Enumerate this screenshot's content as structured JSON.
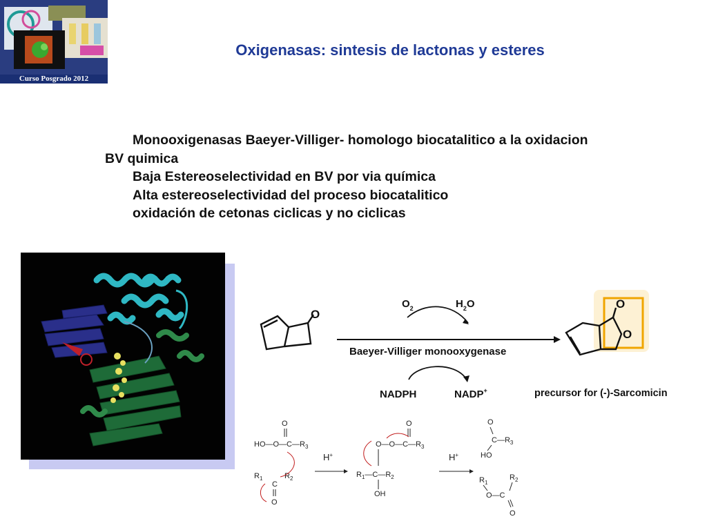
{
  "logo": {
    "text": "Curso Posgrado 2012"
  },
  "title": "Oxigenasas: sintesis de lactonas y esteres",
  "bullets": [
    {
      "mark": "",
      "text": "Monooxigenasas Baeyer-Villiger- homologo biocatalitico a la oxidacion BV quimica"
    },
    {
      "mark": "",
      "text": "Baja Estereoselectividad en BV por via química"
    },
    {
      "mark": "",
      "text": "Alta estereoselectividad del proceso biocatalitico"
    },
    {
      "mark": "",
      "text": "oxidación de cetonas ciclicas y no ciclicas"
    }
  ],
  "scheme": {
    "o2": "O",
    "o2_sub": "2",
    "h2o_h": "H",
    "h2o_sub": "2",
    "h2o_o": "O",
    "enzyme": "Baeyer-Villiger monooxygenase",
    "nadph": "NADPH",
    "nadp": "NADP",
    "nadp_sup": "+",
    "ketone_o": "O",
    "lactone_o_top": "O",
    "lactone_o_ring": "O",
    "precursor": "precursor for (-)-Sarcomicin",
    "highlight_color": "#f0a500"
  },
  "mechanism": {
    "hooc": "HO—O—C—R",
    "peracid_o": "O",
    "r3": "3",
    "r1": "R",
    "r1_sub": "1",
    "r2": "R",
    "r2_sub": "2",
    "c": "C",
    "o": "O",
    "h_plus_1": "H",
    "h_plus_2": "H",
    "plus": "+",
    "int_top": "O—O—C—R",
    "int_mid": "R",
    "int_c": "—C—R",
    "oh": "OH",
    "prod1_o": "O",
    "prod1_c": "C—R",
    "prod1_ho": "HO",
    "prod2_r1": "R",
    "prod2_r2": "R",
    "prod2_o": "O—C",
    "prod2_bottom_o": "O"
  }
}
